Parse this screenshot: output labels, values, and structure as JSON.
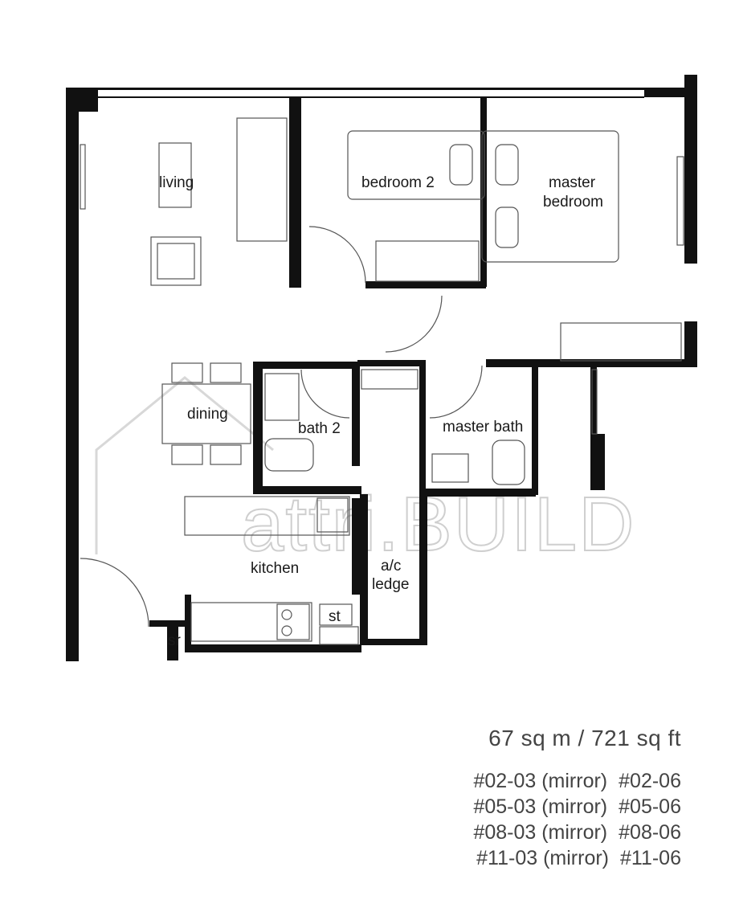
{
  "rooms": {
    "living": "living",
    "bedroom2": "bedroom 2",
    "master_bedroom_line1": "master",
    "master_bedroom_line2": "bedroom",
    "dining": "dining",
    "bath2": "bath 2",
    "master_bath": "master bath",
    "kitchen": "kitchen",
    "ac_ledge_line1": "a/c",
    "ac_ledge_line2": "ledge",
    "store": "st",
    "shelter": "sr"
  },
  "watermark": "attri.BUILD",
  "area": "67 sq m / 721 sq ft",
  "units": [
    {
      "primary": "#02-03 (mirror)",
      "secondary": "#02-06"
    },
    {
      "primary": "#05-03 (mirror)",
      "secondary": "#05-06"
    },
    {
      "primary": "#08-03 (mirror)",
      "secondary": "#08-06"
    },
    {
      "primary": "#11-03 (mirror)",
      "secondary": "#11-06"
    }
  ]
}
